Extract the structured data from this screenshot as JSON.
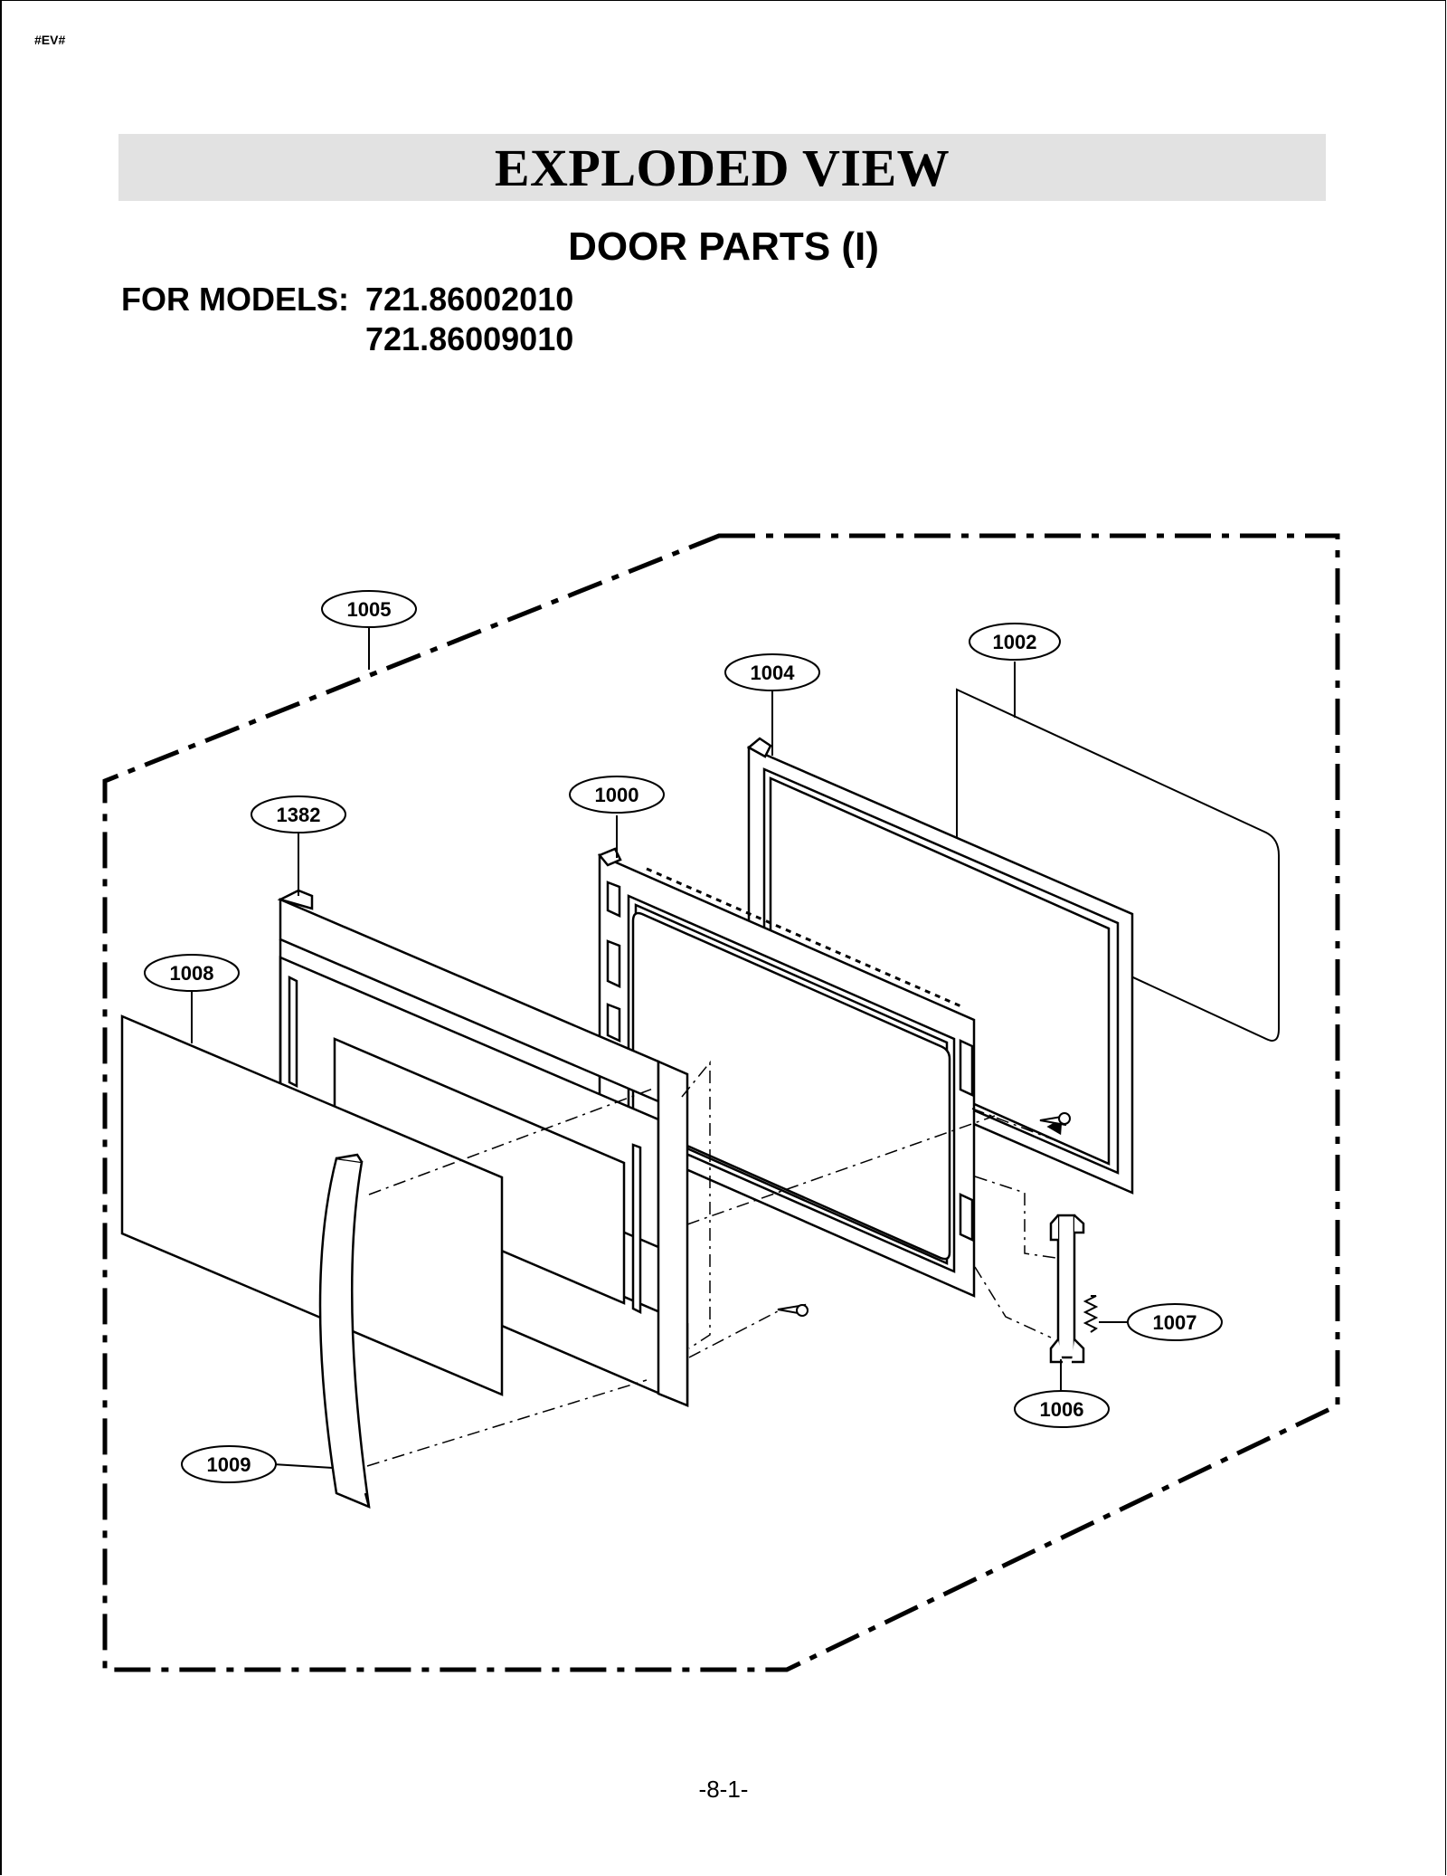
{
  "header": {
    "code": "#EV#",
    "title": "EXPLODED VIEW",
    "subtitle": "DOOR PARTS (I)",
    "models_label": "FOR MODELS:",
    "models": [
      "721.86002010",
      "721.86009010"
    ]
  },
  "callouts": {
    "c1005": "1005",
    "c1002": "1002",
    "c1004": "1004",
    "c1000": "1000",
    "c1382": "1382",
    "c1008": "1008",
    "c1007": "1007",
    "c1006": "1006",
    "c1009": "1009"
  },
  "footer": {
    "page_number": "-8-1-"
  }
}
